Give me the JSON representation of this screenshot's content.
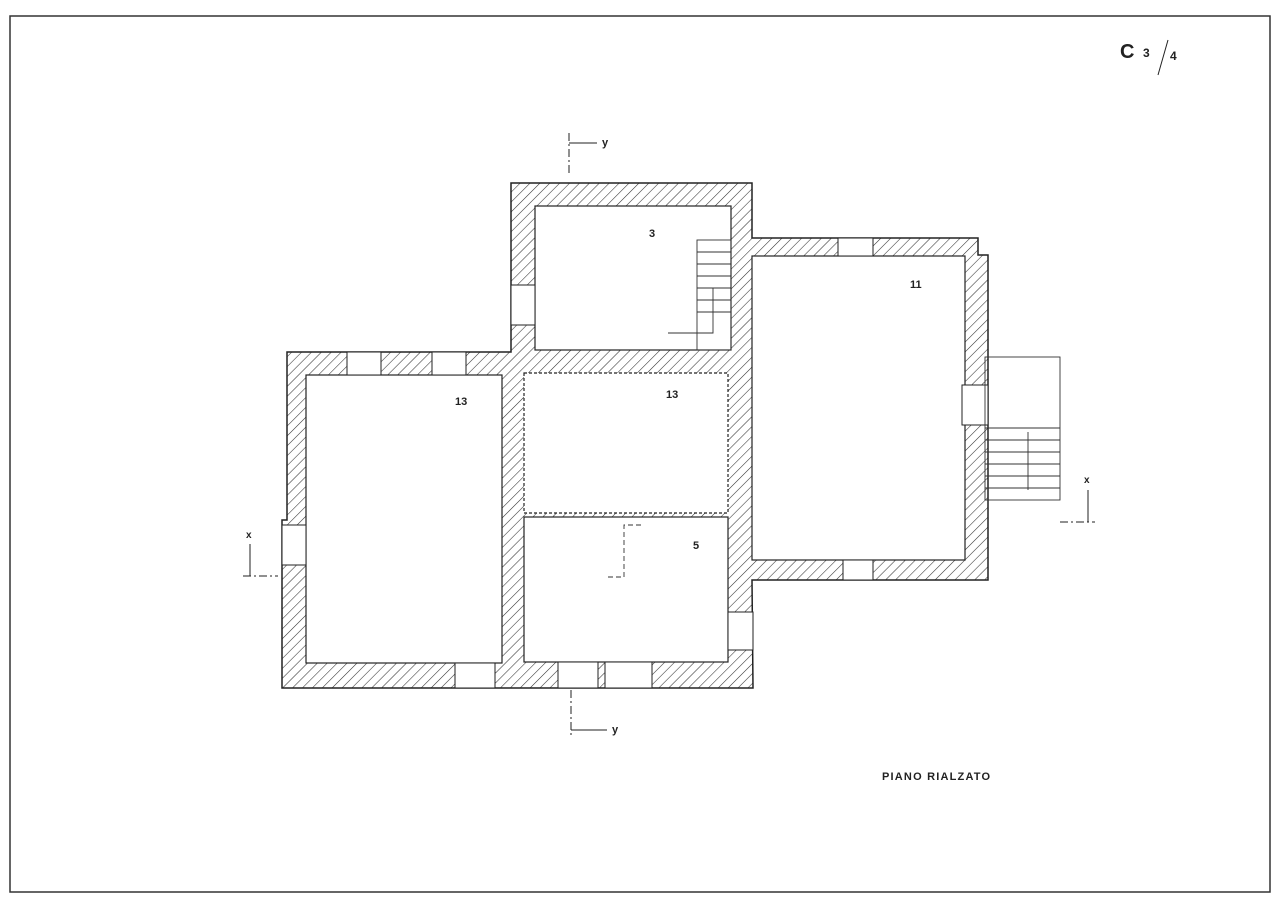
{
  "sheet": {
    "series_letter": "C",
    "sheet_number": "3",
    "sheet_total": "4"
  },
  "title": "PIANO RIALZATO",
  "rooms": [
    {
      "id": "room-3",
      "label": "3"
    },
    {
      "id": "room-11",
      "label": "11"
    },
    {
      "id": "room-13-left",
      "label": "13"
    },
    {
      "id": "room-13-center",
      "label": "13"
    },
    {
      "id": "room-5",
      "label": "5"
    }
  ],
  "sections": {
    "x": "x",
    "y": "y"
  },
  "colors": {
    "ink": "#222222",
    "paper": "#ffffff"
  }
}
